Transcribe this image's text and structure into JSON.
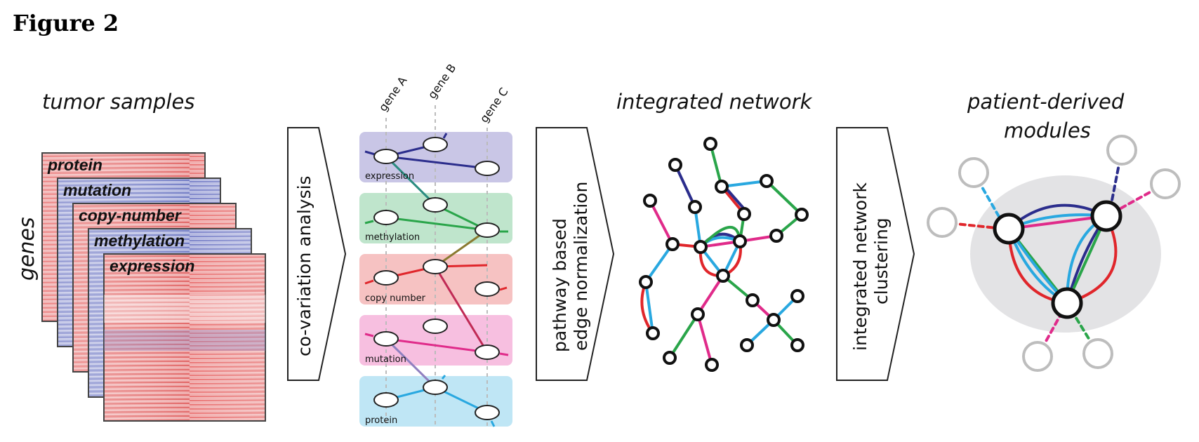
{
  "figure_title": "Figure 2",
  "headers": {
    "tumor_samples": "tumor samples",
    "integrated_network": "integrated network",
    "patient_derived_line1": "patient-derived",
    "patient_derived_line2": "modules"
  },
  "axis_label_genes": "genes",
  "omics_layers": [
    "protein",
    "mutation",
    "copy-number",
    "methylation",
    "expression"
  ],
  "arrows": {
    "covariation": "co-variation analysis",
    "normalization_line1": "pathway based",
    "normalization_line2": "edge normalization",
    "clustering_line1": "integrated network",
    "clustering_line2": "clustering"
  },
  "gene_labels": [
    "gene A",
    "gene B",
    "gene C"
  ],
  "layer_panels": [
    "expression",
    "methylation",
    "copy number",
    "mutation",
    "protein"
  ],
  "colors": {
    "expression": "#c9c6e6",
    "methylation": "#bfe5cc",
    "copy_number": "#f6c2c2",
    "mutation": "#f7bfe0",
    "protein": "#bfe6f5",
    "navy": "#2b2d8c",
    "green": "#2aa54a",
    "red": "#e0262b",
    "magenta": "#e02b8a",
    "cyan": "#29a8e0"
  }
}
